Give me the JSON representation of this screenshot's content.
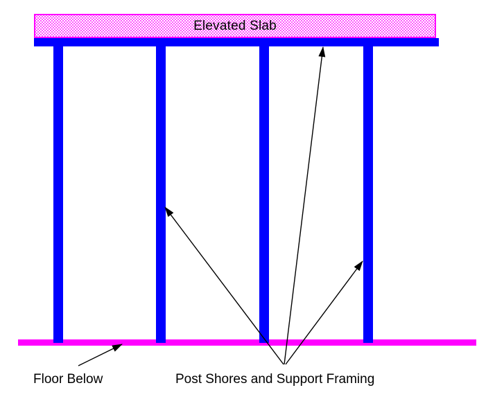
{
  "labels": {
    "elevated_slab": "Elevated Slab",
    "floor_below": "Floor Below",
    "post_shores": "Post Shores and Support Framing"
  },
  "colors": {
    "structure_blue": "#0000ff",
    "floor_and_slab_magenta": "#ff00ff",
    "slab_dot_fill": "#ff00ff",
    "arrow_and_text_black": "#000000",
    "background_white": "#ffffff"
  }
}
